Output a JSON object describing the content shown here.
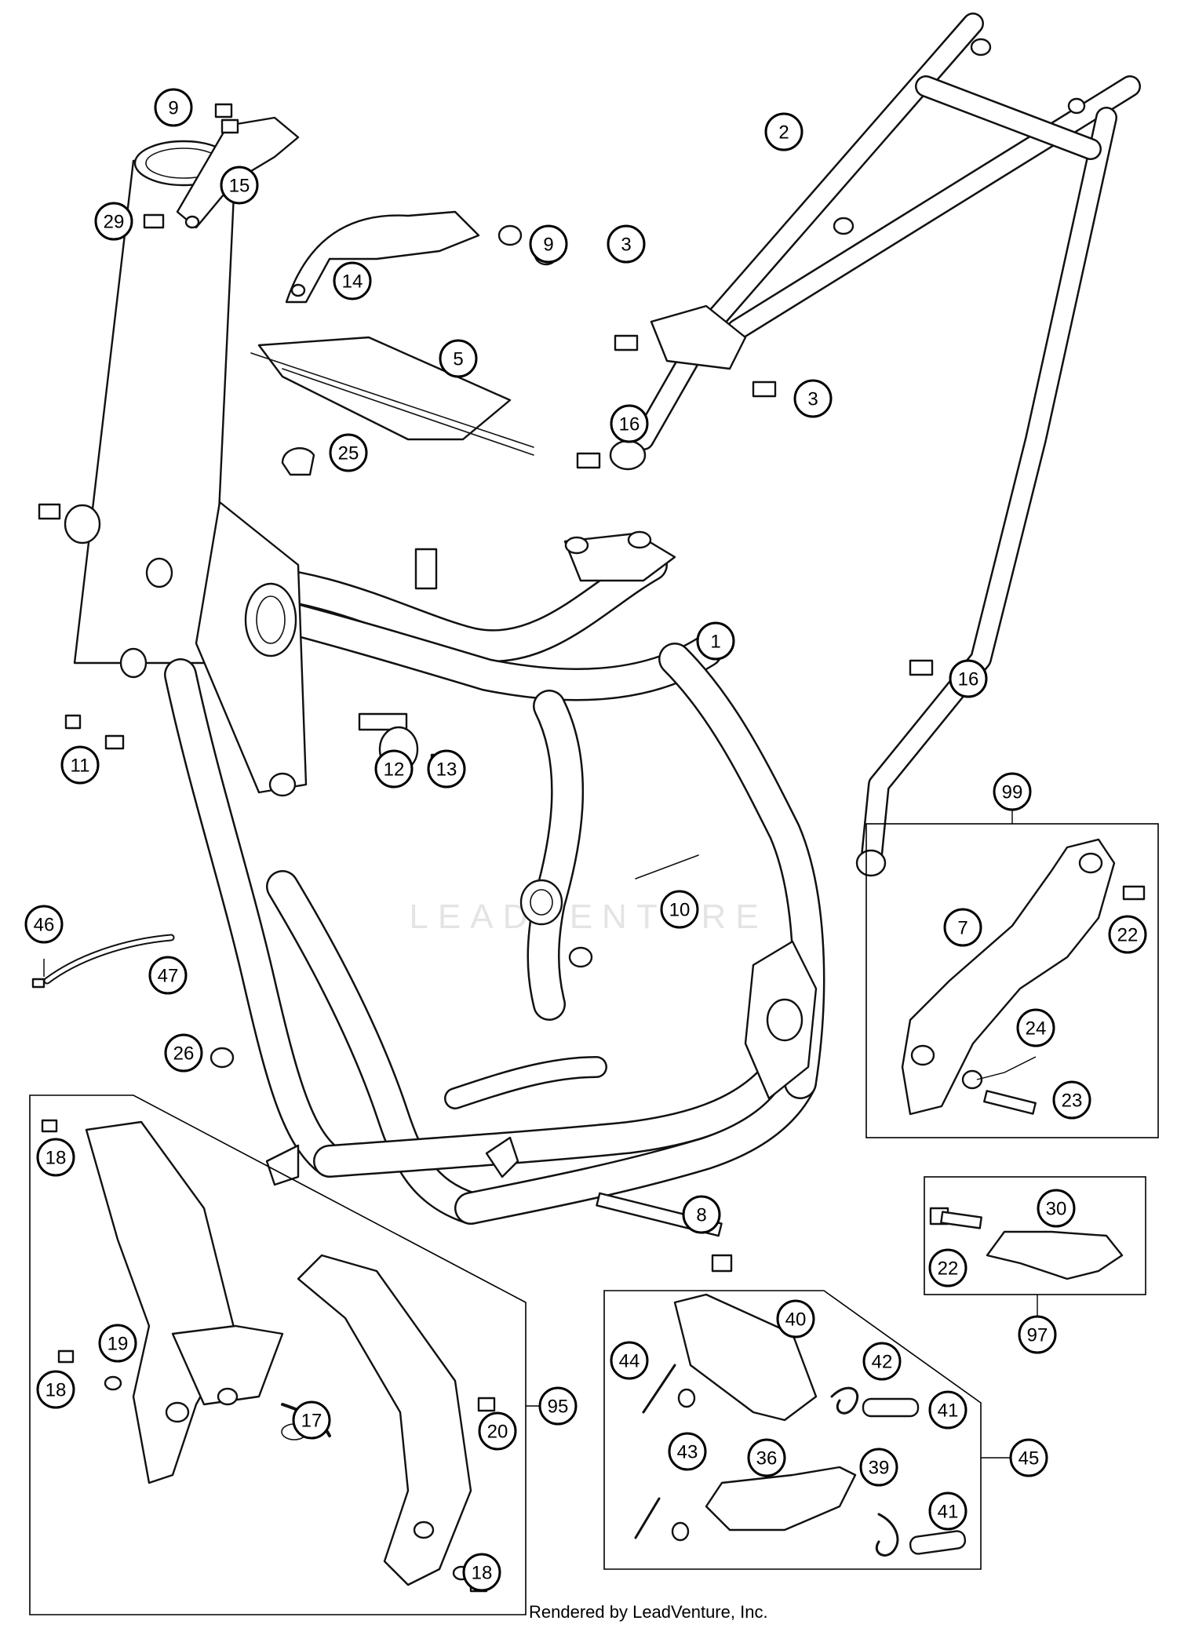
{
  "watermark": "LEADVENTURE",
  "footer": "Rendered by LeadVenture, Inc.",
  "callouts": [
    "1",
    "2",
    "3",
    "3",
    "5",
    "7",
    "8",
    "9",
    "9",
    "10",
    "11",
    "12",
    "13",
    "14",
    "15",
    "16",
    "16",
    "17",
    "18",
    "18",
    "18",
    "19",
    "20",
    "22",
    "22",
    "23",
    "24",
    "25",
    "26",
    "29",
    "30",
    "36",
    "39",
    "40",
    "41",
    "41",
    "42",
    "43",
    "44",
    "45",
    "46",
    "47",
    "95",
    "97",
    "99"
  ]
}
